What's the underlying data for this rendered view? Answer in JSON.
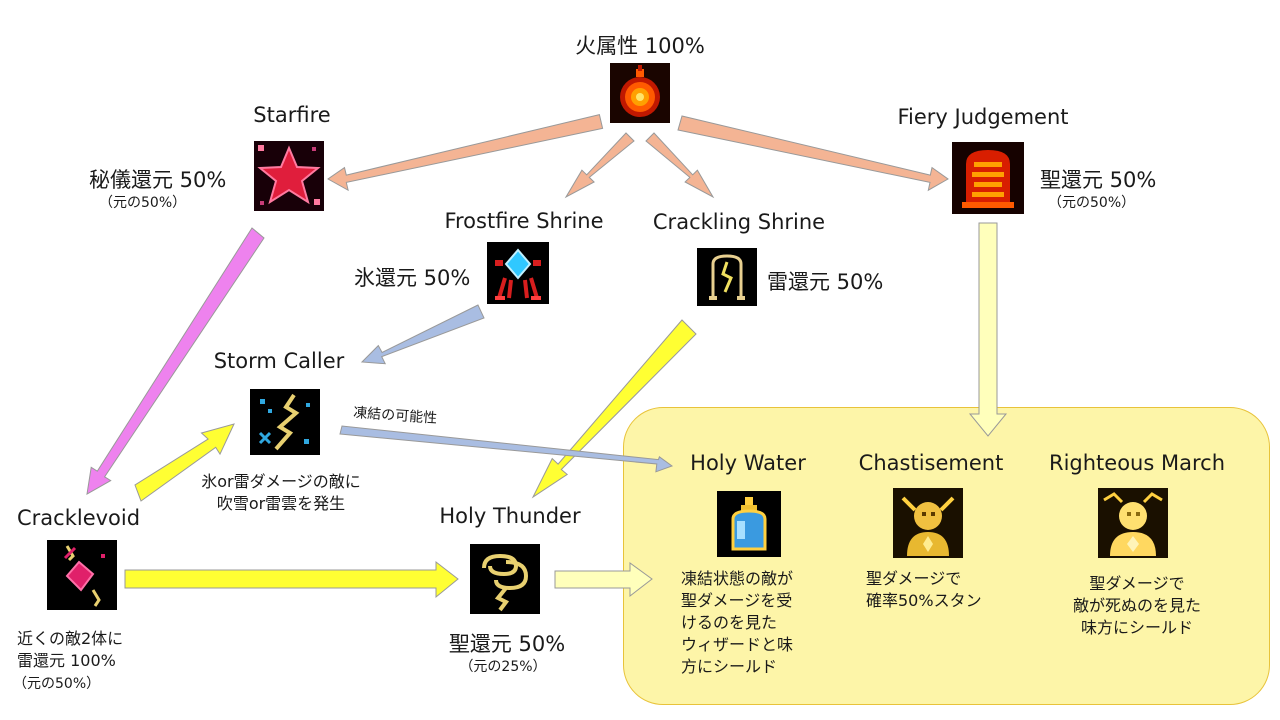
{
  "colors": {
    "orange_arrow": "#f4b494",
    "violet_arrow": "#ee82ee",
    "blue_arrow": "#a9bde2",
    "yellow_arrow": "#ffff33",
    "pale_yellow_arrow": "#ffffbb",
    "panel_fill": "#fdf5a8",
    "panel_border": "#e8c33a"
  },
  "nodes": {
    "root": {
      "name": "火属性 100%",
      "icon": "fire-orb-icon"
    },
    "starfire": {
      "name": "Starfire",
      "icon": "star-icon",
      "conversion": "秘儀還元 50%",
      "note": "（元の50%）"
    },
    "fiery_judgement": {
      "name": "Fiery Judgement",
      "icon": "fiery-judgement-icon",
      "conversion": "聖還元 50%",
      "note": "（元の50%）"
    },
    "frostfire_shrine": {
      "name": "Frostfire Shrine",
      "icon": "frostfire-shrine-icon",
      "conversion": "氷還元 50%"
    },
    "crackling_shrine": {
      "name": "Crackling Shrine",
      "icon": "crackling-shrine-icon",
      "conversion": "雷還元 50%"
    },
    "storm_caller": {
      "name": "Storm Caller",
      "icon": "storm-caller-icon",
      "desc_1": "氷or雷ダメージの敵に",
      "desc_2": "吹雪or雷雲を発生"
    },
    "cracklevoid": {
      "name": "Cracklevoid",
      "icon": "cracklevoid-icon",
      "desc_1": "近くの敵2体に",
      "desc_2": "雷還元 100%",
      "note": "（元の50%）"
    },
    "holy_thunder": {
      "name": "Holy Thunder",
      "icon": "holy-thunder-icon",
      "conversion": "聖還元 50%",
      "note": "（元の25%）"
    },
    "holy_water": {
      "name": "Holy Water",
      "icon": "holy-water-icon",
      "desc_1": "凍結状態の敵が",
      "desc_2": "聖ダメージを受",
      "desc_3": "けるのを見た",
      "desc_4": "ウィザードと味",
      "desc_5": "方にシールド"
    },
    "chastisement": {
      "name": "Chastisement",
      "icon": "chastisement-icon",
      "desc_1": "聖ダメージで",
      "desc_2": "確率50%スタン"
    },
    "righteous_march": {
      "name": "Righteous March",
      "icon": "righteous-march-icon",
      "desc_1": "聖ダメージで",
      "desc_2": "敵が死ぬのを見た",
      "desc_3": "味方にシールド"
    }
  },
  "edge_labels": {
    "freeze_possibility": "凍結の可能性"
  }
}
